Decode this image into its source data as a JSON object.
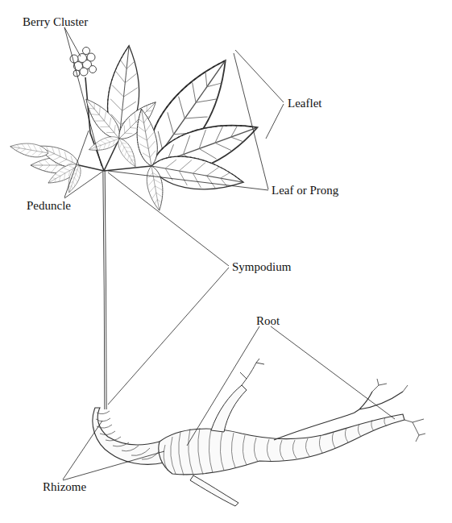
{
  "diagram": {
    "labels": [
      "Berry Cluster",
      "Leaflet",
      "Leaf or Prong",
      "Peduncle",
      "Sympodium",
      "Root",
      "Rhizome"
    ]
  }
}
